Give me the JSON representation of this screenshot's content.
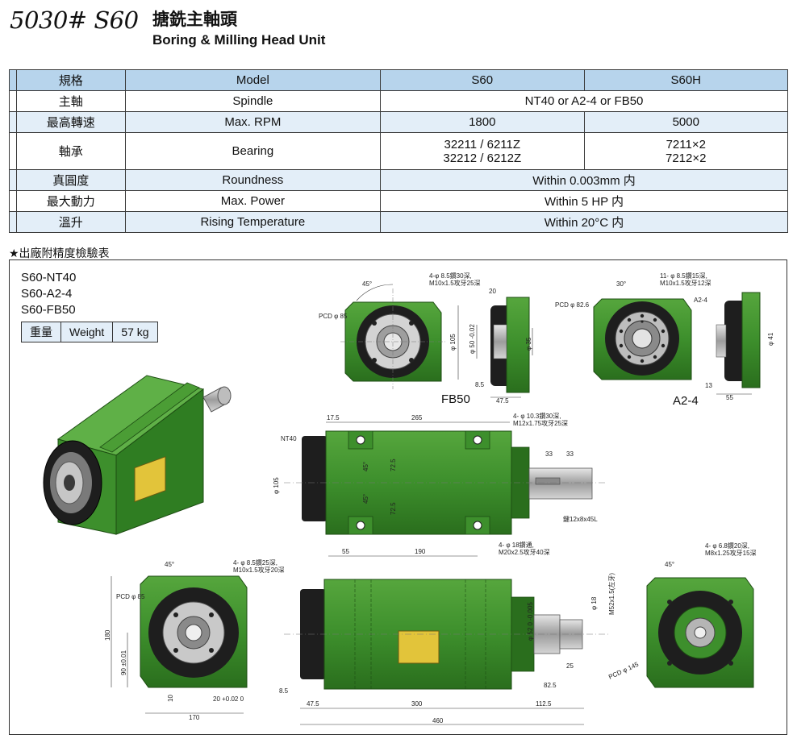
{
  "header": {
    "model_code": "5030# S60",
    "title_cn": "搪銑主軸頭",
    "title_en": "Boring & Milling Head Unit"
  },
  "spec_table": {
    "columns": [
      "規格",
      "Model",
      "S60",
      "S60H"
    ],
    "rows": [
      {
        "label_cn": "主軸",
        "label_en": "Spindle",
        "value": "NT40 or A2-4 or FB50"
      },
      {
        "label_cn": "最高轉速",
        "label_en": "Max. RPM",
        "s60": "1800",
        "s60h": "5000"
      },
      {
        "label_cn": "軸承",
        "label_en": "Bearing",
        "s60_line1": "32211 / 6211Z",
        "s60_line2": "32212 / 6212Z",
        "s60h_line1": "7211×2",
        "s60h_line2": "7212×2"
      },
      {
        "label_cn": "真圓度",
        "label_en": "Roundness",
        "value": "Within 0.003mm 内"
      },
      {
        "label_cn": "最大動力",
        "label_en": "Max. Power",
        "value": "Within 5 HP 内"
      },
      {
        "label_cn": "溫升",
        "label_en": "Rising Temperature",
        "value": "Within 20°C 内"
      }
    ]
  },
  "note": "★出廠附精度檢驗表",
  "variants": [
    "S60-NT40",
    "S60-A2-4",
    "S60-FB50"
  ],
  "weight": {
    "label_cn": "重量",
    "label_en": "Weight",
    "value": "57 kg"
  },
  "drawing": {
    "fb50": {
      "name": "FB50",
      "angle": "45°",
      "hole_note_1": "4-φ 8.5鑽30深,",
      "hole_note_2": "M10x1.5攻牙25深",
      "pcd": "PCD φ 85",
      "d105": "φ 105",
      "d50": "φ 50 -0.02",
      "d35": "φ 35",
      "dim20": "20",
      "dim8_5": "8.5",
      "dim47_5": "47.5"
    },
    "a24": {
      "name": "A2-4",
      "angle": "30°",
      "hole_note_1": "11- φ 8.5鑽15深,",
      "hole_note_2": "M10x1.5攻牙12深",
      "pcd": "PCD φ 82.6",
      "tag": "A2-4",
      "d41": "φ 41",
      "dim13": "13",
      "dim55": "55"
    },
    "side": {
      "tag": "NT40",
      "dim17_5": "17.5",
      "dim265": "265",
      "top_note_1": "4- φ 10.3鑽30深,",
      "top_note_2": "M12x1.75攻牙25深",
      "dim33a": "33",
      "dim33b": "33",
      "d105": "φ 105",
      "dim72_5a": "72.5",
      "dim72_5b": "72.5",
      "ang45a": "45°",
      "ang45b": "45°",
      "key": "鍵12x8x45L",
      "bot_note_1": "4- φ 18鑽通,",
      "bot_note_2": "M20x2.5攻牙40深",
      "dim55": "55",
      "dim190": "190"
    },
    "front": {
      "angle": "45°",
      "hole_note_1": "4- φ 8.5鑽25深,",
      "hole_note_2": "M10x1.5攻牙20深",
      "pcd": "PCD φ 85",
      "dim180": "180",
      "dim90": "90 ±0.01",
      "dim10": "10",
      "dim20": "20 +0.02 0",
      "dim170": "170"
    },
    "bottom_side": {
      "d52": "φ 52 0 -0.005",
      "d18": "φ 18",
      "thread": "M52x1.5(左牙)",
      "dim25": "25",
      "dim82_5": "82.5",
      "dim8_5": "8.5",
      "dim47_5": "47.5",
      "dim300": "300",
      "dim112_5": "112.5",
      "dim460": "460"
    },
    "rear": {
      "angle": "45°",
      "hole_note_1": "4- φ 6.8鑽20深,",
      "hole_note_2": "M8x1.25攻牙15深",
      "pcd": "PCD φ 145"
    }
  },
  "colors": {
    "header_row": "#b7d4ec",
    "alt_row": "#e3eef8",
    "body_green": "#3d8f2c",
    "face_dark": "#1e1e1e",
    "steel": "#b7b7b7"
  }
}
